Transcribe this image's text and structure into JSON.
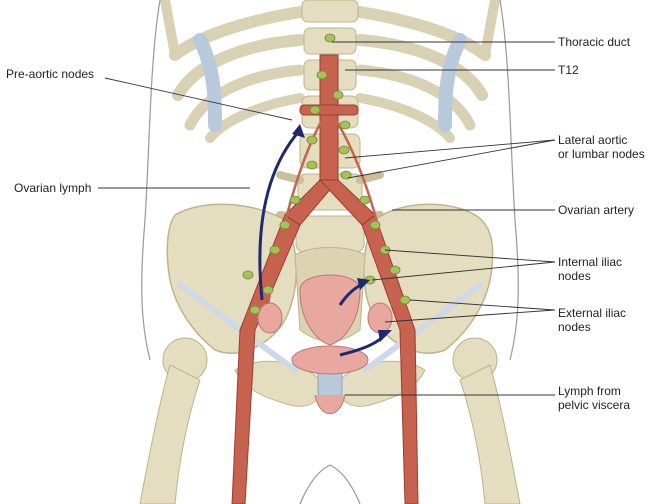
{
  "figure": {
    "labels": {
      "thoracic_duct": "Thoracic duct",
      "t12": "T12",
      "pre_aortic_nodes": "Pre-aortic nodes",
      "lateral_aortic_line1": "Lateral aortic",
      "lateral_aortic_line2": "or lumbar nodes",
      "ovarian_lymph": "Ovarian lymph",
      "ovarian_artery": "Ovarian artery",
      "internal_iliac_line1": "Internal iliac",
      "internal_iliac_line2": "nodes",
      "external_iliac_line1": "External iliac",
      "external_iliac_line2": "nodes",
      "lymph_pelvic_line1": "Lymph from",
      "lymph_pelvic_line2": "pelvic viscera"
    },
    "colors": {
      "bone": "#e4ddc0",
      "bone_shadow": "#c9bf98",
      "cartilage": "#b9c9dc",
      "artery": "#c7624f",
      "lymph_node": "#a8c05a",
      "lymph_arrow": "#1f2a6e",
      "uterus": "#e8a8a0",
      "leader_line": "#333333"
    }
  }
}
